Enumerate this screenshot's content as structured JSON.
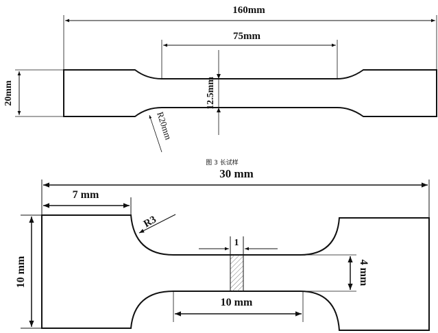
{
  "long_specimen": {
    "overall_length": "160mm",
    "gauge_length": "75mm",
    "grip_width": "20mm",
    "gauge_width": "12.5mm",
    "fillet_radius": "R20mm",
    "caption": "图 3  长试样"
  },
  "short_specimen": {
    "overall_length": "30 mm",
    "grip_length": "7 mm",
    "fillet_radius": "R3",
    "grip_width": "10 mm",
    "section_width": "1",
    "gauge_width": "4 mm",
    "gauge_length": "10 mm"
  }
}
